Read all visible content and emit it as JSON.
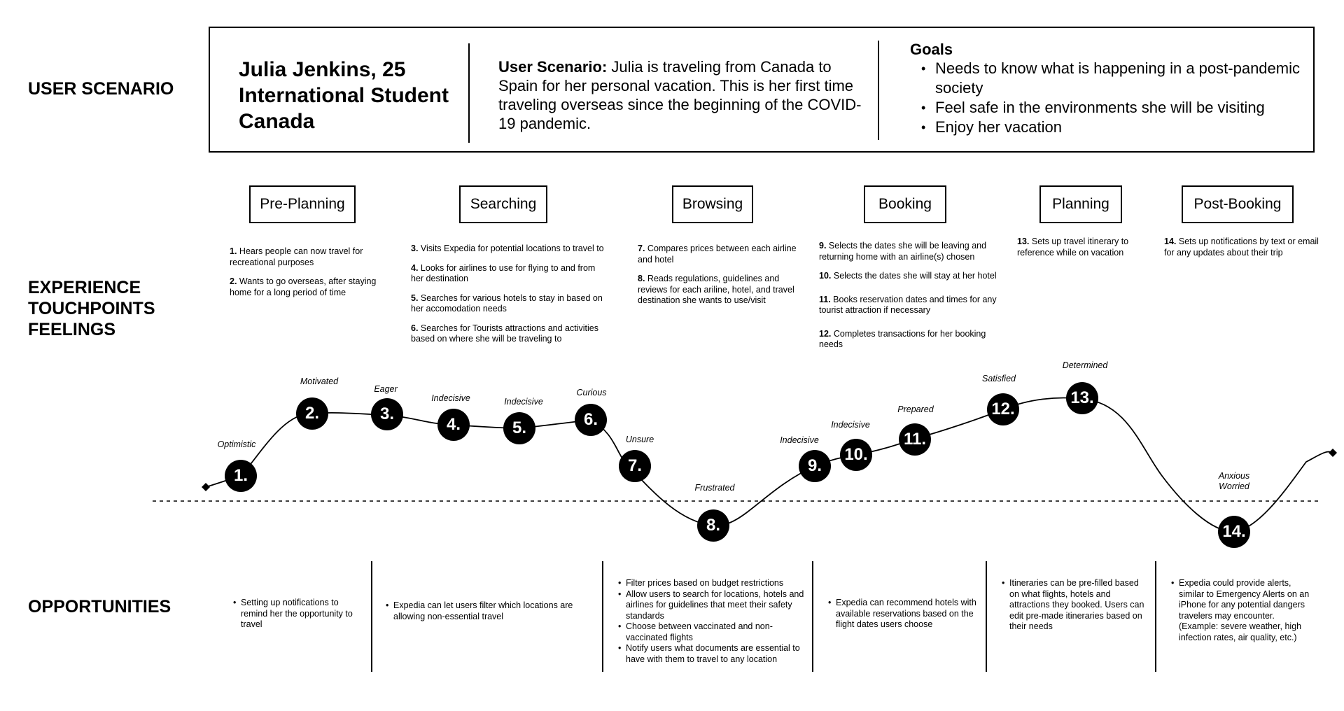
{
  "sections": {
    "user_scenario": "USER SCENARIO",
    "experience": "EXPERIENCE\nTOUCHPOINTS\nFEELINGS",
    "opportunities": "OPPORTUNITIES"
  },
  "persona": {
    "line1": "Julia Jenkins, 25",
    "line2": "International Student",
    "line3": "Canada"
  },
  "scenario": {
    "label": "User Scenario:",
    "text": " Julia is traveling from Canada to Spain for her personal vacation. This is her first time traveling overseas since the beginning of the COVID-19 pandemic."
  },
  "goals": {
    "title": "Goals",
    "items": [
      "Needs to know what is happening in a post-pandemic society",
      "Feel safe in the environments she will be visiting",
      "Enjoy her vacation"
    ]
  },
  "phases": [
    "Pre-Planning",
    "Searching",
    "Browsing",
    "Booking",
    "Planning",
    "Post-Booking"
  ],
  "touchpoints": [
    {
      "num": "1.",
      "text": " Hears people can now travel for recreational purposes"
    },
    {
      "num": "2.",
      "text": " Wants to go overseas, after staying home for a long period of time"
    },
    {
      "num": "3.",
      "text": " Visits Expedia for potential locations to travel to"
    },
    {
      "num": "4.",
      "text": " Looks for airlines to use for flying to and from her destination"
    },
    {
      "num": "5.",
      "text": " Searches for various hotels to stay in based on her accomodation needs"
    },
    {
      "num": "6.",
      "text": " Searches for Tourists attractions and activities based on where she will be traveling to"
    },
    {
      "num": "7.",
      "text": " Compares prices between each airline and hotel"
    },
    {
      "num": "8.",
      "text": " Reads regulations, guidelines and reviews for each ariline, hotel, and travel destination she wants to use/visit"
    },
    {
      "num": "9.",
      "text": " Selects the dates she will be leaving and returning home with an airline(s) chosen"
    },
    {
      "num": "10.",
      "text": " Selects the dates she will stay at her hotel"
    },
    {
      "num": "11.",
      "text": " Books reservation dates and times for any tourist attraction if necessary"
    },
    {
      "num": "12.",
      "text": " Completes transactions for her booking needs"
    },
    {
      "num": "13.",
      "text": " Sets up travel itinerary to reference while on vacation"
    },
    {
      "num": "14.",
      "text": " Sets up notifications by text or email for any updates about their trip"
    }
  ],
  "feelings": [
    "Optimistic",
    "Motivated",
    "Eager",
    "Indecisive",
    "Indecisive",
    "Curious",
    "Unsure",
    "Frustrated",
    "Indecisive",
    "Indecisive",
    "Prepared",
    "Satisfied",
    "Determined",
    "Anxious\nWorried"
  ],
  "nodes": [
    "1.",
    "2.",
    "3.",
    "4.",
    "5.",
    "6.",
    "7.",
    "8.",
    "9.",
    "10.",
    "11.",
    "12.",
    "13.",
    "14."
  ],
  "opportunities": [
    [
      "Setting up notifications to remind her the opportunity to travel"
    ],
    [
      "Expedia can let users filter which locations are allowing non-essential travel"
    ],
    [
      "Filter prices based on budget restrictions",
      "Allow users to search for locations, hotels and airlines for guidelines that meet their safety standards",
      "Choose between vaccinated and non-vaccinated flights",
      "Notify users what documents are essential to have with them to travel to any location"
    ],
    [
      "Expedia can recommend hotels with available reservations based on the flight dates users choose"
    ],
    [
      "Itineraries can be pre-filled based on what flights, hotels and attractions they booked. Users can edit pre-made itineraries based on their needs"
    ],
    [
      "Expedia could provide alerts, similar to Emergency Alerts on an iPhone for any potential dangers travelers may encounter. (Example: severe weather, high infection rates, air quality, etc.)"
    ]
  ]
}
